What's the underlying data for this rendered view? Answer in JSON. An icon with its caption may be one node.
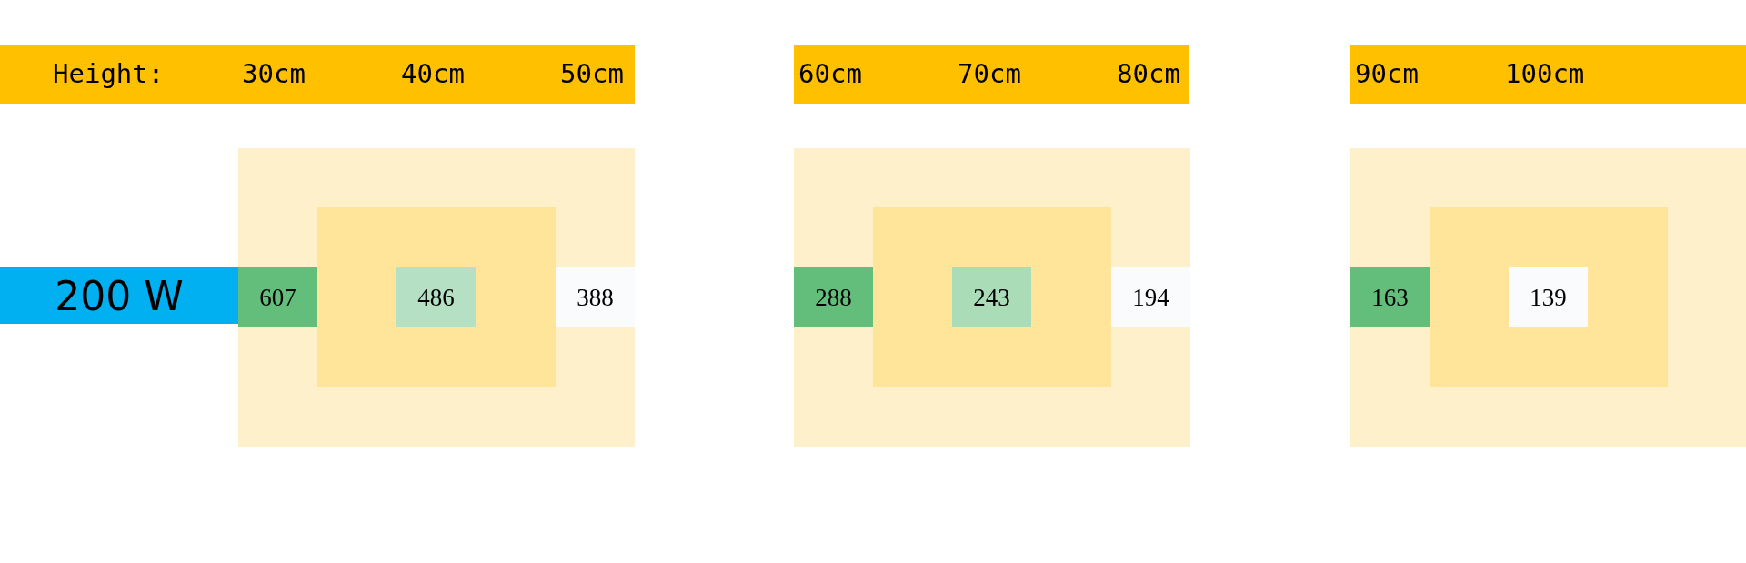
{
  "diagram": {
    "nodes": [
      {
        "text": [
          "Height:",
          "30cm",
          "40cm",
          "50cm"
        ]
      },
      {
        "text": [
          "60cm",
          "70cm",
          "80cm"
        ]
      },
      {
        "text": [
          "90cm",
          "100cm"
        ]
      },
      {
        "text": [
          "200 W"
        ]
      },
      {
        "text": [],
        "shape": "box"
      },
      {
        "text": [],
        "shape": "box",
        "in": 4
      },
      {
        "text": [
          "607"
        ],
        "in": 4
      },
      {
        "text": [
          "486"
        ],
        "in": 5
      },
      {
        "text": [
          "388"
        ],
        "in": 4
      },
      {
        "text": [],
        "shape": "box"
      },
      {
        "text": [],
        "shape": "box",
        "in": 9
      },
      {
        "text": [
          "288"
        ],
        "in": 9
      },
      {
        "text": [
          "243"
        ],
        "in": 10
      },
      {
        "text": [
          "194"
        ],
        "in": 9
      },
      {
        "text": [],
        "shape": "box"
      },
      {
        "text": [],
        "shape": "box",
        "in": 14
      },
      {
        "text": [
          "163"
        ],
        "in": 14
      },
      {
        "text": [
          "139"
        ],
        "in": 15
      }
    ]
  }
}
